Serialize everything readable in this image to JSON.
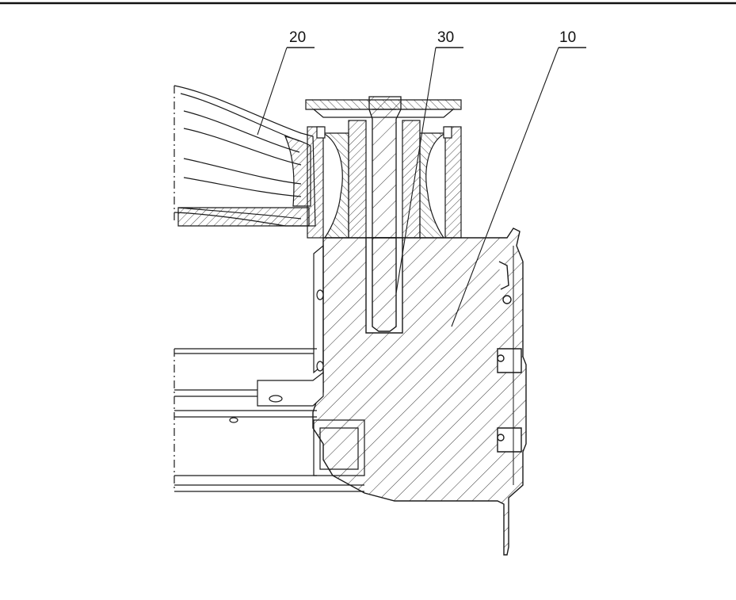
{
  "labels": {
    "part_10": "10",
    "part_20": "20",
    "part_30": "30"
  },
  "colors": {
    "line": "#1a1a1a",
    "background": "#ffffff"
  }
}
